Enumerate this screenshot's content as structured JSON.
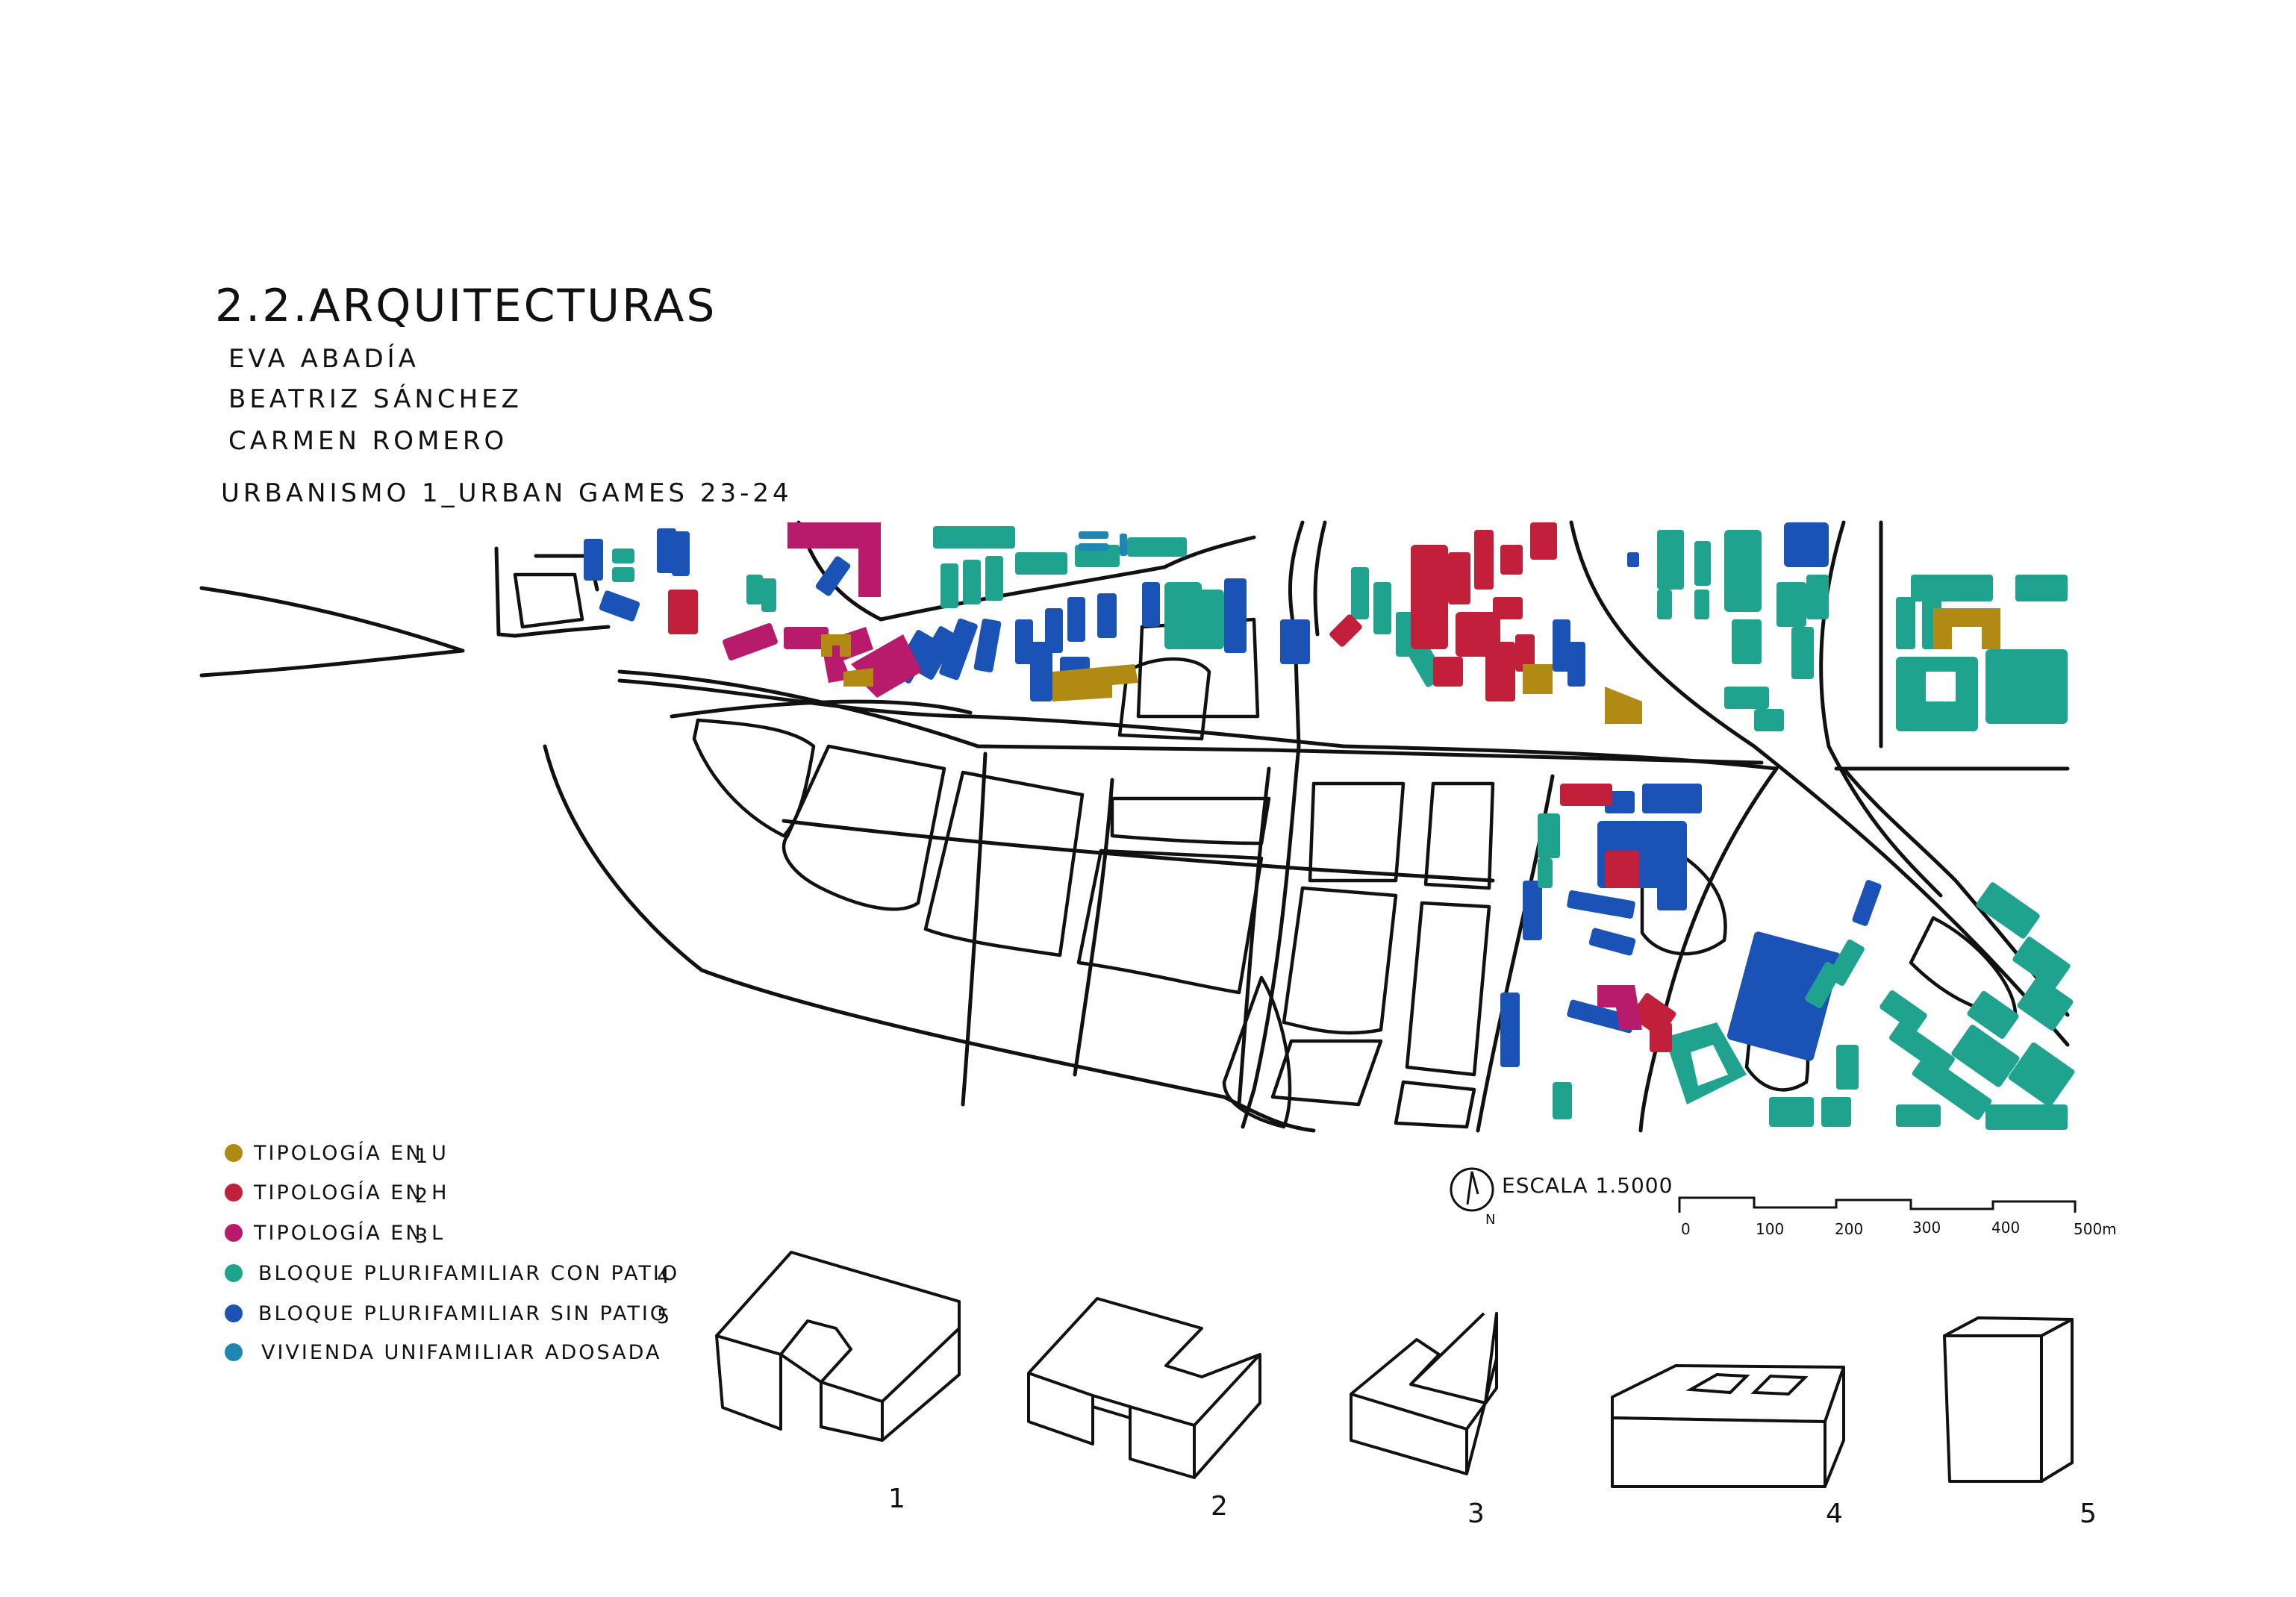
{
  "header": {
    "title": "2.2.ARQUITECTURAS",
    "authors": [
      "EVA ABADÍA",
      "BEATRIZ SÁNCHEZ",
      "CARMEN ROMERO"
    ],
    "course": "URBANISMO 1_URBAN GAMES 23-24"
  },
  "colors": {
    "u": "#b08a12",
    "h": "#c21f3a",
    "l": "#b81b6c",
    "patio": "#1fa38f",
    "sin_patio": "#1b52b6",
    "adosada": "#1f86b3"
  },
  "legend": [
    {
      "label": "TIPOLOGÍA EN U",
      "index": "1",
      "color_key": "u"
    },
    {
      "label": "TIPOLOGÍA EN H",
      "index": "2",
      "color_key": "h"
    },
    {
      "label": "TIPOLOGÍA EN L",
      "index": "3",
      "color_key": "l"
    },
    {
      "label": "BLOQUE PLURIFAMILIAR CON PATIO",
      "index": "4",
      "color_key": "patio"
    },
    {
      "label": "BLOQUE PLURIFAMILIAR SIN PATIO",
      "index": "5",
      "color_key": "sin_patio"
    },
    {
      "label": "VIVIENDA UNIFAMILIAR ADOSADA",
      "index": "",
      "color_key": "adosada"
    }
  ],
  "scale": {
    "label": "ESCALA 1.5000",
    "north": "N",
    "ticks": [
      "0",
      "100",
      "200",
      "300",
      "400",
      "500m"
    ]
  },
  "typologies": [
    {
      "number": "1",
      "shape": "U"
    },
    {
      "number": "2",
      "shape": "H"
    },
    {
      "number": "3",
      "shape": "L"
    },
    {
      "number": "4",
      "shape": "block-with-patio"
    },
    {
      "number": "5",
      "shape": "block-without-patio"
    }
  ]
}
